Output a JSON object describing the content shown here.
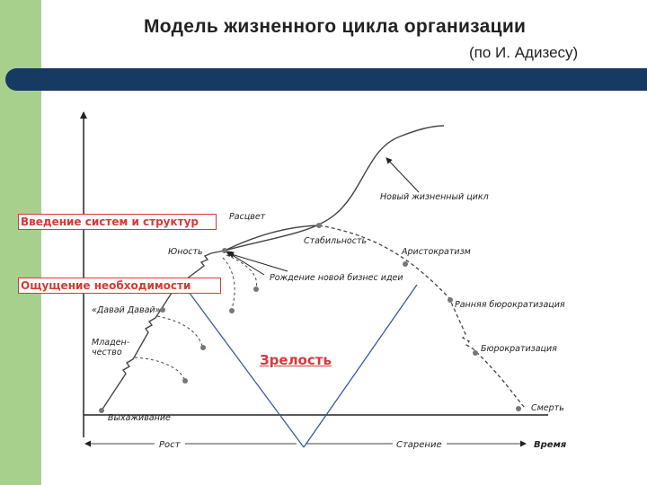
{
  "title": "Модель жизненного цикла организации",
  "subtitle": "(по И. Адизесу)",
  "stages": {
    "new_cycle": "Новый жизненный цикл",
    "rise": "Расцвет",
    "stability": "Стабильность",
    "youth": "Юность",
    "aristocracy": "Аристократизм",
    "new_idea": "Рождение новой бизнес идеи",
    "early_bureaucracy": "Ранняя бюрократизация",
    "go_go": "«Давай Давай»",
    "infancy": "Младен-\nчество",
    "infancy_line1": "Младен-",
    "infancy_line2": "чество",
    "bureaucracy": "Бюрократизация",
    "survival": "Выхаживание",
    "death": "Смерть"
  },
  "axis": {
    "growth": "Рост",
    "aging": "Старение",
    "time": "Время"
  },
  "overlays": {
    "intro_systems": "Введение систем и структур",
    "sense_of_need": "Ощущение необходимости",
    "maturity": "Зрелость"
  },
  "colors": {
    "accent_red": "#d43a3a",
    "strip_green": "#a7d08c",
    "rule_navy": "#173a63"
  }
}
